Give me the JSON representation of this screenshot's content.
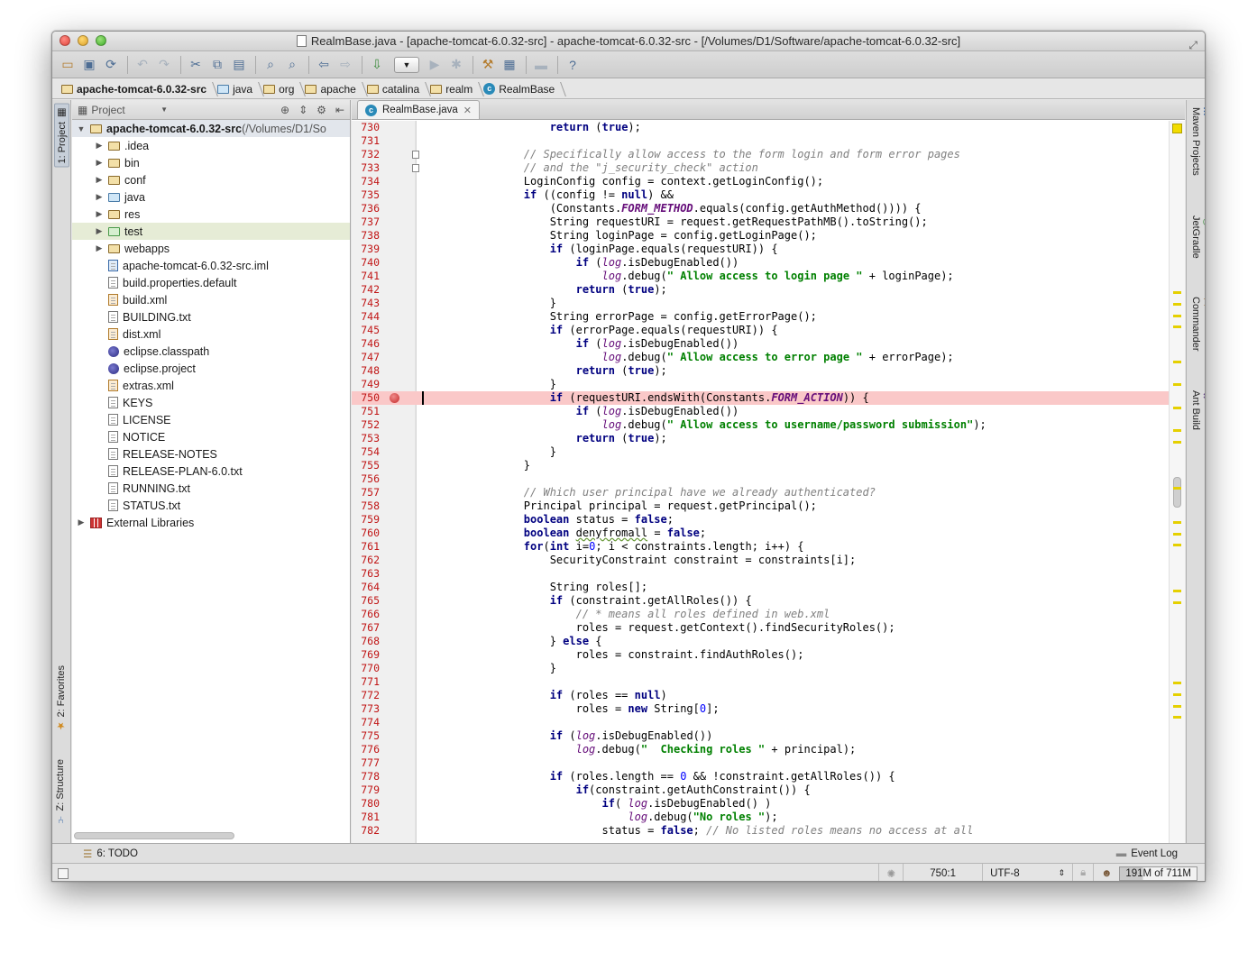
{
  "window": {
    "title": "RealmBase.java - [apache-tomcat-6.0.32-src] - apache-tomcat-6.0.32-src - [/Volumes/D1/Software/apache-tomcat-6.0.32-src]"
  },
  "breadcrumbs": [
    "apache-tomcat-6.0.32-src",
    "java",
    "org",
    "apache",
    "catalina",
    "realm",
    "RealmBase"
  ],
  "left_tabs": {
    "project": "1: Project",
    "favorites": "2: Favorites",
    "structure": "Z: Structure"
  },
  "right_tabs": {
    "maven": "Maven Projects",
    "gradle": "JetGradle",
    "commander": "Commander",
    "ant": "Ant Build"
  },
  "project_panel": {
    "selector": "Project",
    "root_name": "apache-tomcat-6.0.32-src",
    "root_path": " (/Volumes/D1/So",
    "items": [
      {
        "name": ".idea",
        "kind": "folder"
      },
      {
        "name": "bin",
        "kind": "folder"
      },
      {
        "name": "conf",
        "kind": "folder"
      },
      {
        "name": "java",
        "kind": "src"
      },
      {
        "name": "res",
        "kind": "folder"
      },
      {
        "name": "test",
        "kind": "test"
      },
      {
        "name": "webapps",
        "kind": "folder"
      },
      {
        "name": "apache-tomcat-6.0.32-src.iml",
        "kind": "iml"
      },
      {
        "name": "build.properties.default",
        "kind": "file"
      },
      {
        "name": "build.xml",
        "kind": "xml"
      },
      {
        "name": "BUILDING.txt",
        "kind": "file"
      },
      {
        "name": "dist.xml",
        "kind": "xml"
      },
      {
        "name": "eclipse.classpath",
        "kind": "eclipse"
      },
      {
        "name": "eclipse.project",
        "kind": "eclipse"
      },
      {
        "name": "extras.xml",
        "kind": "xml"
      },
      {
        "name": "KEYS",
        "kind": "file"
      },
      {
        "name": "LICENSE",
        "kind": "file"
      },
      {
        "name": "NOTICE",
        "kind": "file"
      },
      {
        "name": "RELEASE-NOTES",
        "kind": "file"
      },
      {
        "name": "RELEASE-PLAN-6.0.txt",
        "kind": "file"
      },
      {
        "name": "RUNNING.txt",
        "kind": "file"
      },
      {
        "name": "STATUS.txt",
        "kind": "file"
      }
    ],
    "external": "External Libraries"
  },
  "editor": {
    "tab_label": "RealmBase.java",
    "first_line": 730,
    "breakpoint_line": 750,
    "lines": [
      "            return (true);",
      "",
      "        // Specifically allow access to the form login and form error pages",
      "        // and the \"j_security_check\" action",
      "        LoginConfig config = context.getLoginConfig();",
      "        if ((config != null) &&",
      "            (Constants.FORM_METHOD.equals(config.getAuthMethod()))) {",
      "            String requestURI = request.getRequestPathMB().toString();",
      "            String loginPage = config.getLoginPage();",
      "            if (loginPage.equals(requestURI)) {",
      "                if (log.isDebugEnabled())",
      "                    log.debug(\" Allow access to login page \" + loginPage);",
      "                return (true);",
      "            }",
      "            String errorPage = config.getErrorPage();",
      "            if (errorPage.equals(requestURI)) {",
      "                if (log.isDebugEnabled())",
      "                    log.debug(\" Allow access to error page \" + errorPage);",
      "                return (true);",
      "            }",
      "            if (requestURI.endsWith(Constants.FORM_ACTION)) {",
      "                if (log.isDebugEnabled())",
      "                    log.debug(\" Allow access to username/password submission\");",
      "                return (true);",
      "            }",
      "        }",
      "",
      "        // Which user principal have we already authenticated?",
      "        Principal principal = request.getPrincipal();",
      "        boolean status = false;",
      "        boolean denyfromall = false;",
      "        for(int i=0; i < constraints.length; i++) {",
      "            SecurityConstraint constraint = constraints[i];",
      "",
      "            String roles[];",
      "            if (constraint.getAllRoles()) {",
      "                // * means all roles defined in web.xml",
      "                roles = request.getContext().findSecurityRoles();",
      "            } else {",
      "                roles = constraint.findAuthRoles();",
      "            }",
      "",
      "            if (roles == null)",
      "                roles = new String[0];",
      "",
      "            if (log.isDebugEnabled())",
      "                log.debug(\"  Checking roles \" + principal);",
      "",
      "            if (roles.length == 0 && !constraint.getAllRoles()) {",
      "                if(constraint.getAuthConstraint()) {",
      "                    if( log.isDebugEnabled() )",
      "                        log.debug(\"No roles \");",
      "                    status = false; // No listed roles means no access at all"
    ],
    "marker_rows": [
      7,
      8,
      9,
      10,
      13,
      15,
      17,
      19,
      20,
      24,
      27,
      28,
      29,
      33,
      34,
      41,
      42,
      43,
      44
    ]
  },
  "bottom_tools": {
    "todo": "6: TODO",
    "event_log": "Event Log"
  },
  "status": {
    "position": "750:1",
    "encoding": "UTF-8",
    "memory": "191M of 711M"
  },
  "colors": {
    "breakpoint_line": "#fac8c8",
    "line_numbers": "#c01515",
    "keyword": "#000080",
    "string": "#008000",
    "comment": "#808080"
  }
}
